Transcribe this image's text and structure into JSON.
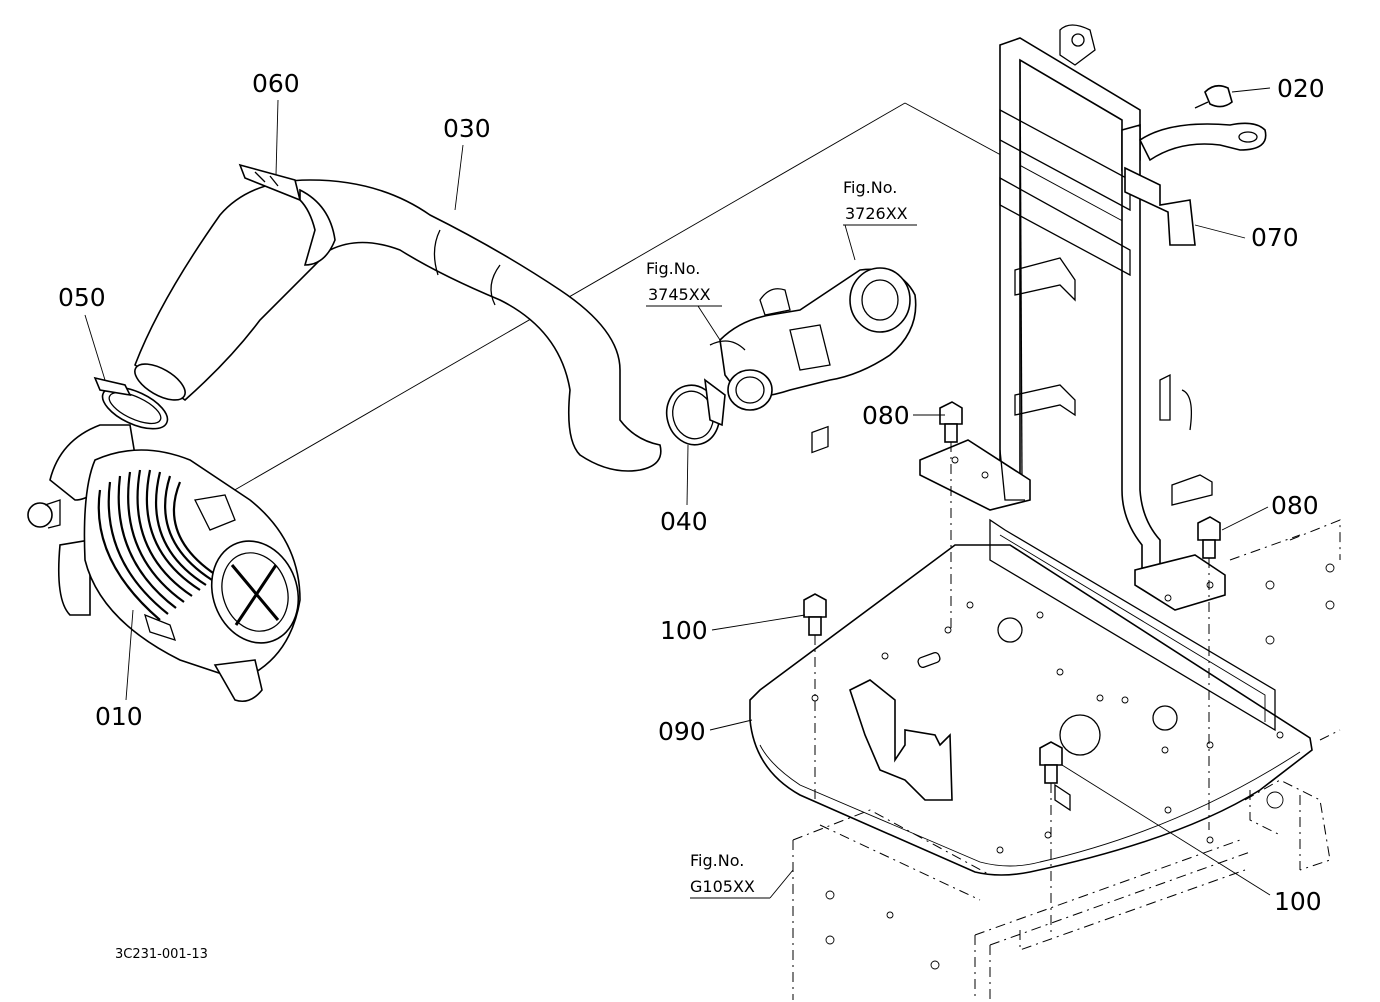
{
  "drawing_code": "3C231-001-13",
  "callouts": [
    {
      "id": "010",
      "label": "010",
      "part": "air-cleaner"
    },
    {
      "id": "020",
      "label": "020",
      "part": "bolt"
    },
    {
      "id": "030",
      "label": "030",
      "part": "intake-hose"
    },
    {
      "id": "040",
      "label": "040",
      "part": "hose-clamp"
    },
    {
      "id": "050",
      "label": "050",
      "part": "hose-clamp"
    },
    {
      "id": "060",
      "label": "060",
      "part": "cable-tie"
    },
    {
      "id": "070",
      "label": "070",
      "part": "bracket"
    },
    {
      "id": "080a",
      "label": "080",
      "part": "bolt"
    },
    {
      "id": "080b",
      "label": "080",
      "part": "bolt"
    },
    {
      "id": "090",
      "label": "090",
      "part": "support-plate"
    },
    {
      "id": "100a",
      "label": "100",
      "part": "bolt"
    },
    {
      "id": "100b",
      "label": "100",
      "part": "bolt"
    }
  ],
  "figure_refs": [
    {
      "id": "turbo",
      "prefix": "Fig.No.",
      "number": "3726XX"
    },
    {
      "id": "outlet",
      "prefix": "Fig.No.",
      "number": "3745XX"
    },
    {
      "id": "frame",
      "prefix": "Fig.No.",
      "number": "G105XX"
    }
  ]
}
